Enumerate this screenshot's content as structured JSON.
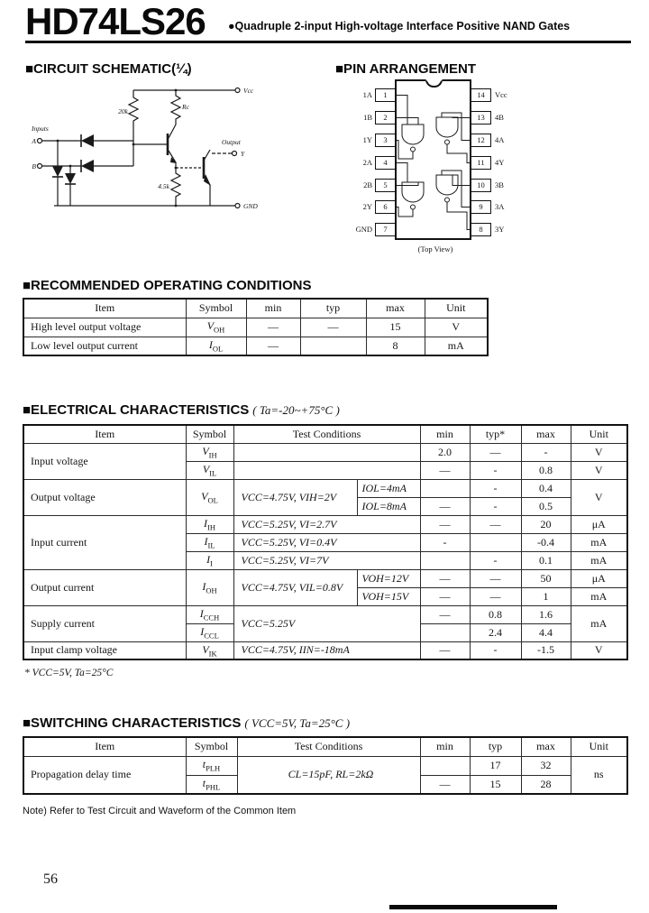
{
  "page": {
    "number": "56"
  },
  "header": {
    "part_number": "HD74LS26",
    "subtitle": "●Quadruple 2-input High-voltage Interface Positive NAND Gates"
  },
  "schematic": {
    "title": "■CIRCUIT SCHEMATIC(¼)",
    "labels": {
      "vcc": "Vcc",
      "r_base": "20k",
      "r_collector": "Rc",
      "r_emitter": "4.5k",
      "inputs": "Inputs",
      "input_a": "A",
      "input_b": "B",
      "output": "Output",
      "output_y": "Y",
      "gnd": "GND"
    }
  },
  "pins": {
    "title": "■PIN ARRANGEMENT",
    "caption": "(Top View)",
    "left": [
      {
        "num": "1",
        "label": "1A"
      },
      {
        "num": "2",
        "label": "1B"
      },
      {
        "num": "3",
        "label": "1Y"
      },
      {
        "num": "4",
        "label": "2A"
      },
      {
        "num": "5",
        "label": "2B"
      },
      {
        "num": "6",
        "label": "2Y"
      },
      {
        "num": "7",
        "label": "GND"
      }
    ],
    "right": [
      {
        "num": "14",
        "label": "Vcc"
      },
      {
        "num": "13",
        "label": "4B"
      },
      {
        "num": "12",
        "label": "4A"
      },
      {
        "num": "11",
        "label": "4Y"
      },
      {
        "num": "10",
        "label": "3B"
      },
      {
        "num": "9",
        "label": "3A"
      },
      {
        "num": "8",
        "label": "3Y"
      }
    ]
  },
  "roc": {
    "title": "■RECOMMENDED OPERATING CONDITIONS",
    "h": {
      "item": "Item",
      "symbol": "Symbol",
      "min": "min",
      "typ": "typ",
      "max": "max",
      "unit": "Unit"
    },
    "rows": [
      {
        "item": "High level output voltage",
        "sb": "V",
        "ss": "OH",
        "min": "—",
        "typ": "—",
        "max": "15",
        "unit": "V"
      },
      {
        "item": "Low level output current",
        "sb": "I",
        "ss": "OL",
        "min": "—",
        "typ": "",
        "max": "8",
        "unit": "mA"
      }
    ]
  },
  "ec": {
    "title": "■ELECTRICAL CHARACTERISTICS",
    "condition": "( Ta=-20~+75°C )",
    "h": {
      "item": "Item",
      "symbol": "Symbol",
      "cond": "Test Conditions",
      "min": "min",
      "typ": "typ*",
      "max": "max",
      "unit": "Unit"
    },
    "iv": {
      "item": "Input voltage",
      "a": {
        "sb": "V",
        "ss": "IH",
        "min": "2.0",
        "typ": "—",
        "max": "-",
        "unit": "V"
      },
      "b": {
        "sb": "V",
        "ss": "IL",
        "min": "—",
        "typ": "-",
        "max": "0.8",
        "unit": "V"
      }
    },
    "ov": {
      "item": "Output voltage",
      "sb": "V",
      "ss": "OL",
      "cond": "VCC=4.75V,  VIH=2V",
      "unit": "V",
      "a": {
        "sub": "IOL=4mA",
        "min": "",
        "typ": "-",
        "max": "0.4"
      },
      "b": {
        "sub": "IOL=8mA",
        "min": "—",
        "typ": "-",
        "max": "0.5"
      }
    },
    "ic": {
      "item": "Input current",
      "a": {
        "sb": "I",
        "ss": "IH",
        "cond": "VCC=5.25V,  VI=2.7V",
        "min": "—",
        "typ": "—",
        "max": "20",
        "unit": "μA"
      },
      "b": {
        "sb": "I",
        "ss": "IL",
        "cond": "VCC=5.25V,  VI=0.4V",
        "min": "-",
        "typ": "",
        "max": "-0.4",
        "unit": "mA"
      },
      "c": {
        "sb": "I",
        "ss": "I",
        "cond": "VCC=5.25V,  VI=7V",
        "min": "",
        "typ": "-",
        "max": "0.1",
        "unit": "mA"
      }
    },
    "oc": {
      "item": "Output current",
      "sb": "I",
      "ss": "OH",
      "cond": "VCC=4.75V,  VIL=0.8V",
      "a": {
        "sub": "VOH=12V",
        "min": "—",
        "typ": "—",
        "max": "50",
        "unit": "μA"
      },
      "b": {
        "sub": "VOH=15V",
        "min": "—",
        "typ": "—",
        "max": "1",
        "unit": "mA"
      }
    },
    "sc": {
      "item": "Supply current",
      "cond": "VCC=5.25V",
      "unit": "mA",
      "a": {
        "sb": "I",
        "ss": "CCH",
        "min": "—",
        "typ": "0.8",
        "max": "1.6"
      },
      "b": {
        "sb": "I",
        "ss": "CCL",
        "min": "",
        "typ": "2.4",
        "max": "4.4"
      }
    },
    "icl": {
      "item": "Input clamp voltage",
      "sb": "V",
      "ss": "IK",
      "cond": "VCC=4.75V,  IIN=-18mA",
      "min": "—",
      "typ": "-",
      "max": "-1.5",
      "unit": "V"
    },
    "footnote": "* VCC=5V, Ta=25°C"
  },
  "sw": {
    "title": "■SWITCHING CHARACTERISTICS",
    "condition": "( VCC=5V,  Ta=25°C )",
    "h": {
      "item": "Item",
      "symbol": "Symbol",
      "cond": "Test Conditions",
      "min": "min",
      "typ": "typ",
      "max": "max",
      "unit": "Unit"
    },
    "pd": {
      "item": "Propagation delay time",
      "cond": "CL=15pF,  RL=2kΩ",
      "unit": "ns",
      "a": {
        "sb": "t",
        "ss": "PLH",
        "min": "",
        "typ": "17",
        "max": "32"
      },
      "b": {
        "sb": "t",
        "ss": "PHL",
        "min": "—",
        "typ": "15",
        "max": "28"
      }
    },
    "note": "Note) Refer to Test Circuit and Waveform of the Common Item"
  }
}
